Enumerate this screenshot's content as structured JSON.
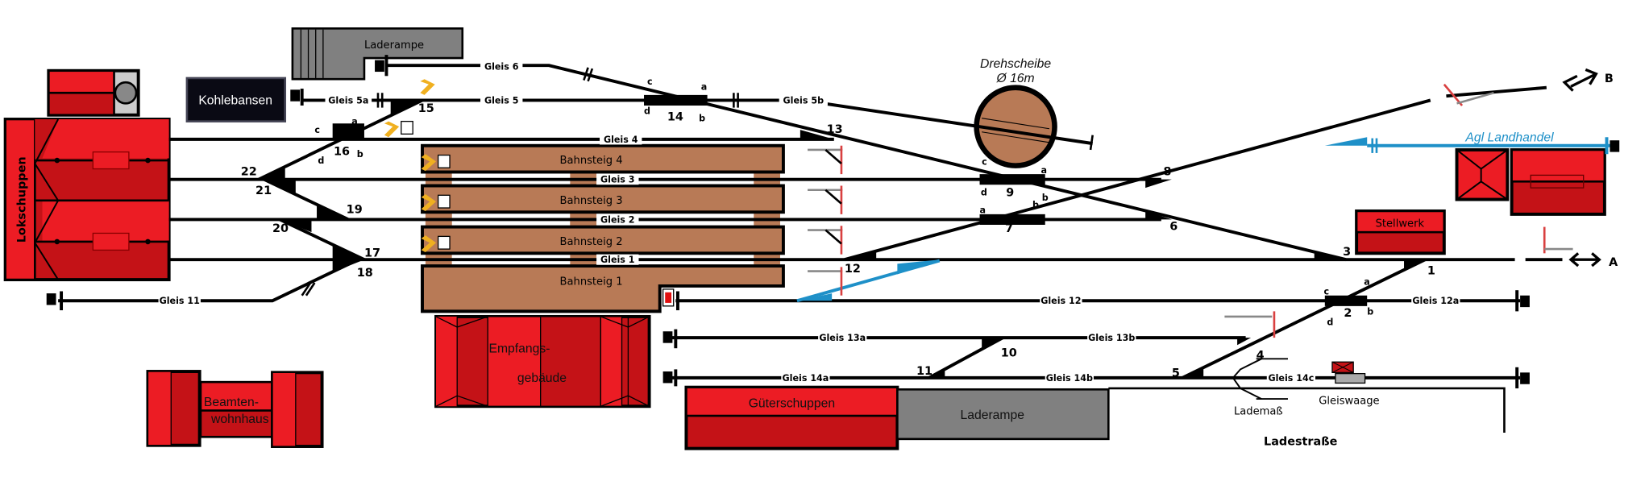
{
  "colors": {
    "track": "#000000",
    "roof_light": "#ec1c24",
    "roof_dark": "#c41217",
    "platform": "#b87a56",
    "ramp": "#808080",
    "siding": "#1e90c8",
    "signal": "#d94040",
    "coal": "#0a0a14"
  },
  "buildings": {
    "lokschuppen": "Lokschuppen",
    "kohlebansen": "Kohlebansen",
    "laderampe_top": "Laderampe",
    "drehscheibe": {
      "title": "Drehscheibe",
      "size": "Ø 16m"
    },
    "bahnsteige": [
      "Bahnsteig 4",
      "Bahnsteig 3",
      "Bahnsteig 2",
      "Bahnsteig 1"
    ],
    "empfangsgebaeude": [
      "Empfangs-",
      "gebäude"
    ],
    "beamtenwohnhaus": [
      "Beamten-",
      "wohnhaus"
    ],
    "gueterschuppen": "Güterschuppen",
    "laderampe_bottom": "Laderampe",
    "stellwerk": "Stellwerk",
    "ladestrasse": "Ladestraße",
    "lademass": "Lademaß",
    "gleiswaage": "Gleiswaage"
  },
  "tracks": {
    "g6": "Gleis 6",
    "g5a": "Gleis 5a",
    "g5": "Gleis 5",
    "g5b": "Gleis 5b",
    "g4": "Gleis 4",
    "g3": "Gleis 3",
    "g2": "Gleis 2",
    "g1": "Gleis 1",
    "g11": "Gleis 11",
    "g12": "Gleis 12",
    "g12a": "Gleis 12a",
    "g13a": "Gleis 13a",
    "g13b": "Gleis 13b",
    "g14a": "Gleis 14a",
    "g14b": "Gleis 14b",
    "g14c": "Gleis 14c",
    "agl": "Agl Landhandel"
  },
  "switches": [
    "1",
    "2",
    "3",
    "4",
    "5",
    "6",
    "7",
    "8",
    "9",
    "10",
    "11",
    "12",
    "13",
    "14",
    "15",
    "16",
    "17",
    "18",
    "19",
    "20",
    "21",
    "22"
  ],
  "switch_legs": {
    "a": "a",
    "b": "b",
    "c": "c",
    "d": "d"
  },
  "destinations": {
    "a": "A",
    "b": "B"
  }
}
